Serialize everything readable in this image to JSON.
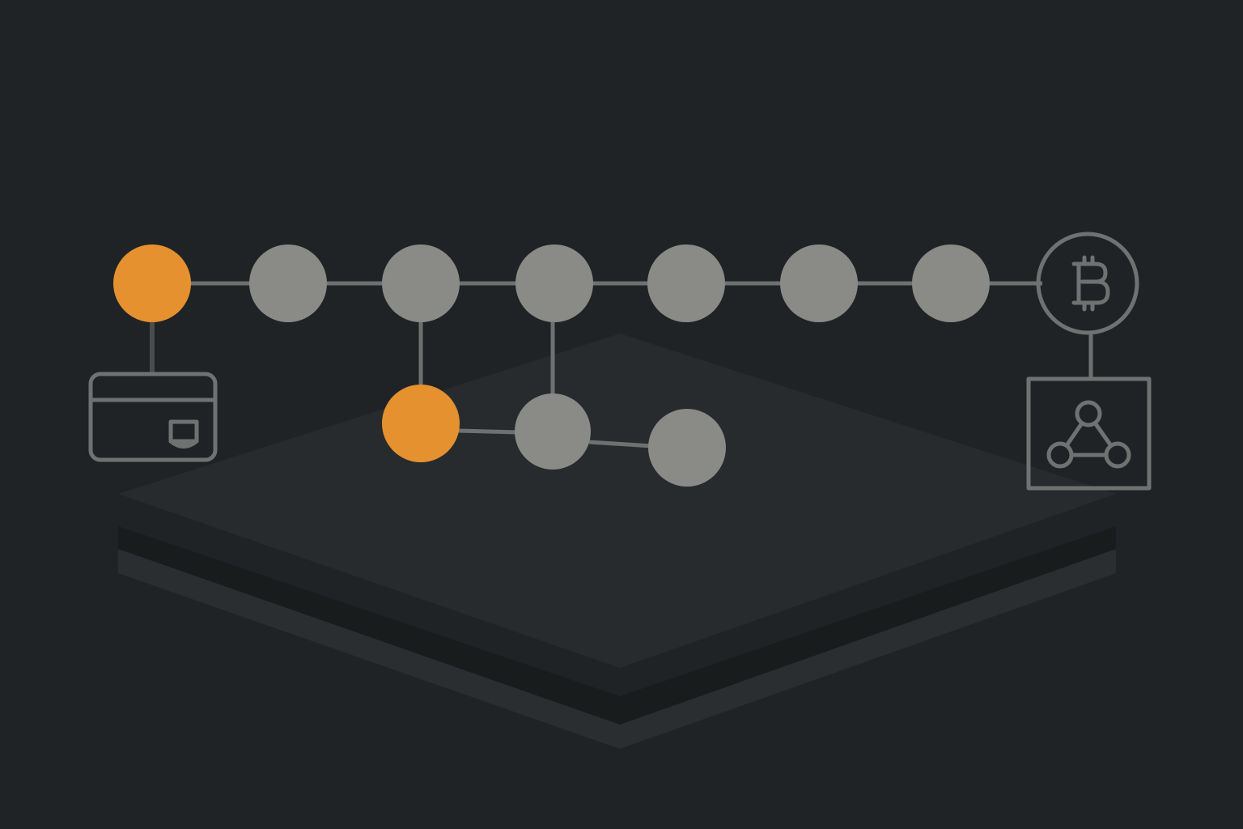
{
  "colors": {
    "background": "#1f2326",
    "platform_top": "#272b2e",
    "platform_shadow": "#181c1d",
    "platform_base": "#2a2e31",
    "node_gray": "#8a8b87",
    "node_orange": "#e6912f",
    "line": "#6f7171",
    "outline_icon": "#707271",
    "stem_dark": "#4a4d4e"
  },
  "diagram": {
    "nodes": [
      {
        "id": "n1",
        "state": "highlighted"
      },
      {
        "id": "n2",
        "state": "default"
      },
      {
        "id": "n3",
        "state": "default"
      },
      {
        "id": "n4",
        "state": "default"
      },
      {
        "id": "n5",
        "state": "default"
      },
      {
        "id": "n6",
        "state": "default"
      },
      {
        "id": "n7",
        "state": "default"
      },
      {
        "id": "b1",
        "state": "highlighted"
      },
      {
        "id": "b2",
        "state": "default"
      },
      {
        "id": "b3",
        "state": "default"
      }
    ],
    "icons": {
      "card": "credit-card-icon",
      "coin": "bitcoin-icon",
      "network": "network-triangle-icon"
    }
  }
}
